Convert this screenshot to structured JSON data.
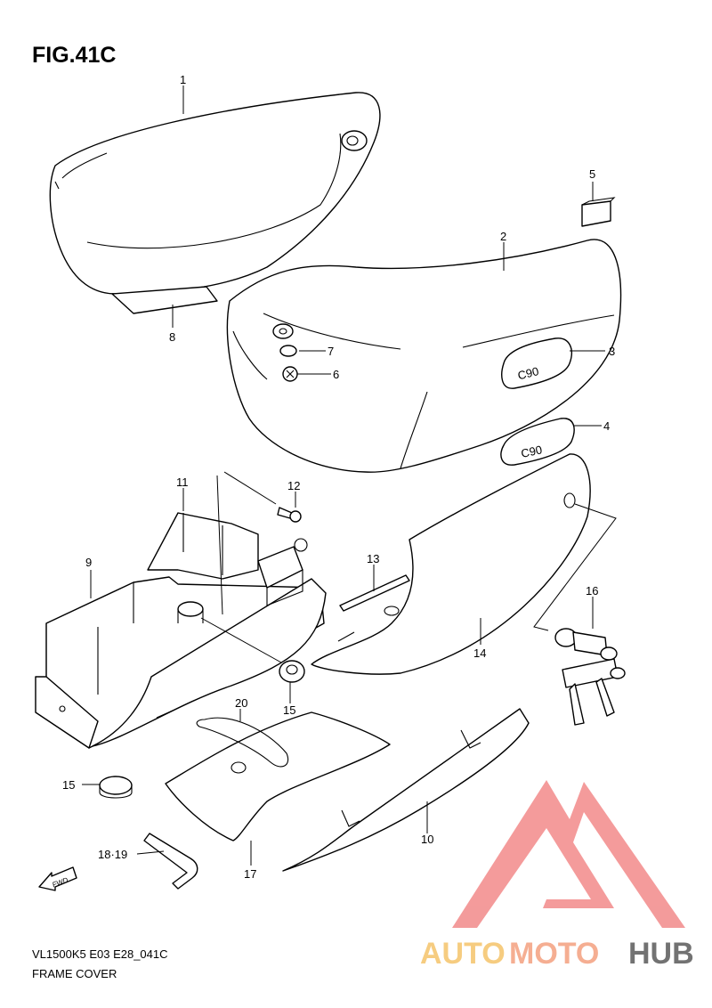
{
  "figure": {
    "title": "FIG.41C",
    "model_code": "VL1500K5 E03 E28_041C",
    "name": "FRAME COVER"
  },
  "callouts": [
    {
      "id": "c1",
      "label": "1"
    },
    {
      "id": "c2",
      "label": "2"
    },
    {
      "id": "c3",
      "label": "3"
    },
    {
      "id": "c4",
      "label": "4"
    },
    {
      "id": "c5",
      "label": "5"
    },
    {
      "id": "c6",
      "label": "6"
    },
    {
      "id": "c7",
      "label": "7"
    },
    {
      "id": "c8",
      "label": "8"
    },
    {
      "id": "c9",
      "label": "9"
    },
    {
      "id": "c10",
      "label": "10"
    },
    {
      "id": "c11",
      "label": "11"
    },
    {
      "id": "c12",
      "label": "12"
    },
    {
      "id": "c13",
      "label": "13"
    },
    {
      "id": "c14",
      "label": "14"
    },
    {
      "id": "c15a",
      "label": "15"
    },
    {
      "id": "c15b",
      "label": "15"
    },
    {
      "id": "c16",
      "label": "16"
    },
    {
      "id": "c17",
      "label": "17"
    },
    {
      "id": "c18",
      "label": "18·19"
    },
    {
      "id": "c20",
      "label": "20"
    }
  ],
  "emblem_text": "C90",
  "fwd_label": "FWD",
  "watermark": {
    "word_a": "AUTO",
    "word_b": "MOTO",
    "word_c": "HUB",
    "color_a": "#f5c46a",
    "color_b": "#f4a07f",
    "color_c": "#5a5a5a",
    "triangle_color": "#f28a8a"
  }
}
